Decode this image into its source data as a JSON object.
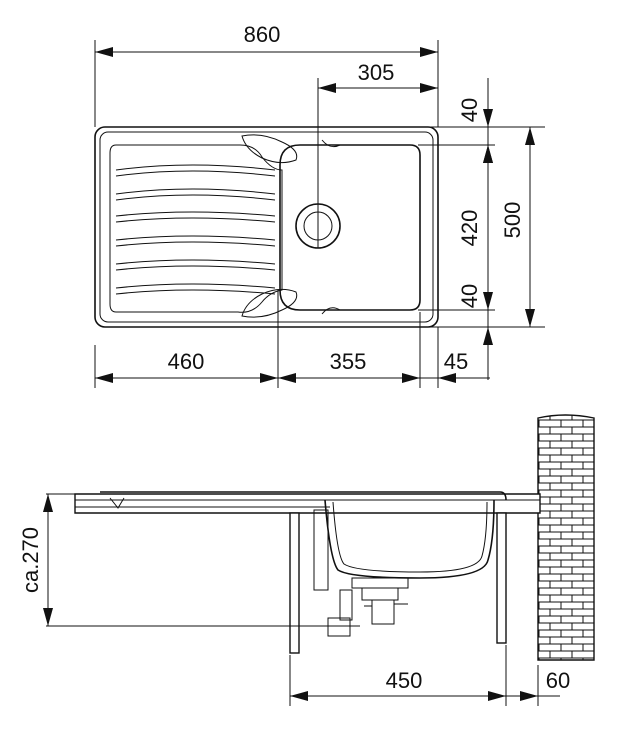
{
  "plan_dimensions": {
    "overall_width": "860",
    "drain_offset": "305",
    "top_margin": "40",
    "bowl_depth": "420",
    "overall_depth": "500",
    "bottom_margin": "40",
    "drainer_width": "460",
    "bowl_width": "355",
    "right_margin": "45"
  },
  "section_dimensions": {
    "height": "ca.270",
    "cabinet_width": "450",
    "wall_offset": "60"
  }
}
